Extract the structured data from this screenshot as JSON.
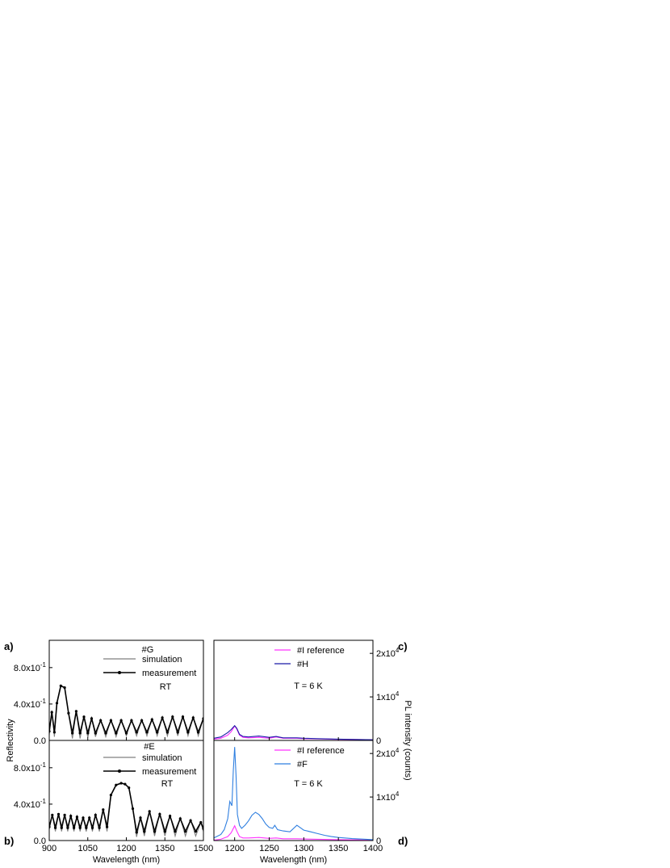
{
  "colors": {
    "simulation": "#7f7f7f",
    "measurement": "#000000",
    "reference": "#ff33ff",
    "H": "#1a1aa6",
    "F": "#2f7fe0"
  },
  "chart_data": [
    {
      "id": "a",
      "panel_label": "a)",
      "type": "line",
      "ylabel": "Reflectivity",
      "xlim": [
        900,
        1500
      ],
      "ylim": [
        0,
        1.1
      ],
      "xticks": [
        900,
        1050,
        1200,
        1350,
        1500
      ],
      "xtick_labels": [
        "",
        "",
        "",
        "",
        ""
      ],
      "yticks": [
        0,
        0.4,
        0.8
      ],
      "ytick_labels": [
        "0.0",
        "4.0x10-1",
        "8.0x10-1"
      ],
      "annotations": [
        "#G",
        "RT"
      ],
      "series": [
        {
          "name": "simulation",
          "x": [
            900,
            910,
            920,
            930,
            945,
            960,
            975,
            990,
            1005,
            1020,
            1035,
            1050,
            1065,
            1080,
            1100,
            1120,
            1140,
            1160,
            1180,
            1200,
            1220,
            1240,
            1260,
            1280,
            1300,
            1320,
            1340,
            1360,
            1380,
            1400,
            1420,
            1440,
            1460,
            1480,
            1500
          ],
          "y": [
            0.06,
            0.33,
            0.04,
            0.42,
            0.6,
            0.58,
            0.3,
            0.02,
            0.32,
            0.02,
            0.27,
            0.03,
            0.25,
            0.04,
            0.23,
            0.04,
            0.23,
            0.04,
            0.23,
            0.05,
            0.23,
            0.05,
            0.23,
            0.05,
            0.24,
            0.05,
            0.26,
            0.05,
            0.27,
            0.05,
            0.27,
            0.05,
            0.26,
            0.05,
            0.25
          ]
        },
        {
          "name": "measurement",
          "x": [
            900,
            910,
            920,
            930,
            945,
            960,
            975,
            990,
            1005,
            1020,
            1035,
            1050,
            1065,
            1080,
            1100,
            1120,
            1140,
            1160,
            1180,
            1200,
            1220,
            1240,
            1260,
            1280,
            1300,
            1320,
            1340,
            1360,
            1380,
            1400,
            1420,
            1440,
            1460,
            1480,
            1500
          ],
          "y": [
            0.1,
            0.31,
            0.09,
            0.41,
            0.6,
            0.58,
            0.3,
            0.08,
            0.32,
            0.08,
            0.26,
            0.08,
            0.24,
            0.08,
            0.22,
            0.08,
            0.22,
            0.08,
            0.22,
            0.08,
            0.22,
            0.09,
            0.22,
            0.09,
            0.23,
            0.09,
            0.25,
            0.09,
            0.26,
            0.09,
            0.26,
            0.09,
            0.25,
            0.09,
            0.24
          ]
        }
      ]
    },
    {
      "id": "b",
      "panel_label": "b)",
      "type": "line",
      "xlabel": "Wavelength (nm)",
      "xlim": [
        900,
        1500
      ],
      "ylim": [
        0,
        1.1
      ],
      "xticks": [
        900,
        1050,
        1200,
        1350,
        1500
      ],
      "xtick_labels": [
        "900",
        "1050",
        "1200",
        "1350",
        "1500"
      ],
      "yticks": [
        0,
        0.4,
        0.8
      ],
      "ytick_labels": [
        "0.0",
        "4.0x10-1",
        "8.0x10-1"
      ],
      "annotations": [
        "#E",
        "RT"
      ],
      "series": [
        {
          "name": "simulation",
          "x": [
            900,
            912,
            924,
            936,
            948,
            960,
            972,
            984,
            996,
            1008,
            1020,
            1032,
            1044,
            1056,
            1068,
            1080,
            1095,
            1110,
            1125,
            1140,
            1160,
            1180,
            1195,
            1210,
            1225,
            1240,
            1255,
            1270,
            1290,
            1310,
            1330,
            1350,
            1370,
            1390,
            1410,
            1430,
            1450,
            1470,
            1490,
            1500
          ],
          "y": [
            0.12,
            0.29,
            0.1,
            0.3,
            0.1,
            0.29,
            0.1,
            0.28,
            0.1,
            0.27,
            0.1,
            0.26,
            0.1,
            0.26,
            0.1,
            0.29,
            0.1,
            0.35,
            0.1,
            0.5,
            0.61,
            0.63,
            0.62,
            0.58,
            0.35,
            0.04,
            0.25,
            0.05,
            0.33,
            0.05,
            0.3,
            0.05,
            0.28,
            0.05,
            0.25,
            0.05,
            0.23,
            0.05,
            0.2,
            0.1
          ]
        },
        {
          "name": "measurement",
          "x": [
            900,
            912,
            924,
            936,
            948,
            960,
            972,
            984,
            996,
            1008,
            1020,
            1032,
            1044,
            1056,
            1068,
            1080,
            1095,
            1110,
            1125,
            1140,
            1160,
            1180,
            1195,
            1210,
            1225,
            1240,
            1255,
            1270,
            1290,
            1310,
            1330,
            1350,
            1370,
            1390,
            1410,
            1430,
            1450,
            1470,
            1490,
            1500
          ],
          "y": [
            0.15,
            0.28,
            0.14,
            0.29,
            0.14,
            0.28,
            0.14,
            0.27,
            0.14,
            0.26,
            0.14,
            0.25,
            0.14,
            0.25,
            0.14,
            0.28,
            0.14,
            0.34,
            0.15,
            0.5,
            0.61,
            0.63,
            0.62,
            0.58,
            0.35,
            0.09,
            0.25,
            0.1,
            0.32,
            0.1,
            0.29,
            0.1,
            0.27,
            0.1,
            0.24,
            0.1,
            0.22,
            0.1,
            0.2,
            0.13
          ]
        }
      ]
    },
    {
      "id": "c",
      "panel_label": "c)",
      "type": "line",
      "y2label": "PL intensity (counts)",
      "xlim": [
        1170,
        1400
      ],
      "ylim": [
        0,
        23000
      ],
      "xticks": [
        1200,
        1250,
        1300,
        1350,
        1400
      ],
      "xtick_labels": [
        "",
        "",
        "",
        "",
        ""
      ],
      "yticks": [
        0,
        10000,
        20000
      ],
      "ytick_labels": [
        "0",
        "1x104",
        "2x104"
      ],
      "annotations": [
        "T = 6 K"
      ],
      "series": [
        {
          "name": "#I reference",
          "x": [
            1170,
            1180,
            1190,
            1195,
            1200,
            1203,
            1207,
            1212,
            1220,
            1235,
            1250,
            1260,
            1270,
            1290,
            1300,
            1320,
            1350,
            1380,
            1400
          ],
          "y": [
            300,
            500,
            1200,
            2000,
            3300,
            2600,
            1200,
            700,
            600,
            700,
            500,
            800,
            500,
            500,
            400,
            350,
            250,
            200,
            150
          ]
        },
        {
          "name": "#H",
          "x": [
            1170,
            1180,
            1190,
            1195,
            1200,
            1203,
            1207,
            1212,
            1220,
            1235,
            1250,
            1260,
            1270,
            1290,
            1300,
            1320,
            1350,
            1380,
            1400
          ],
          "y": [
            500,
            800,
            1800,
            2500,
            3400,
            2800,
            1400,
            900,
            800,
            1000,
            700,
            900,
            600,
            600,
            500,
            400,
            300,
            200,
            150
          ]
        }
      ]
    },
    {
      "id": "d",
      "panel_label": "d)",
      "type": "line",
      "xlabel": "Wavelength (nm)",
      "xlim": [
        1170,
        1400
      ],
      "ylim": [
        0,
        23000
      ],
      "xticks": [
        1200,
        1250,
        1300,
        1350,
        1400
      ],
      "xtick_labels": [
        "1200",
        "1250",
        "1300",
        "1350",
        "1400"
      ],
      "yticks": [
        0,
        10000,
        20000
      ],
      "ytick_labels": [
        "0",
        "1x104",
        "2x104"
      ],
      "annotations": [
        "T = 6 K"
      ],
      "series": [
        {
          "name": "#I reference",
          "x": [
            1170,
            1180,
            1190,
            1195,
            1200,
            1203,
            1207,
            1212,
            1220,
            1235,
            1250,
            1260,
            1270,
            1290,
            1300,
            1320,
            1350,
            1380,
            1400
          ],
          "y": [
            100,
            300,
            900,
            1800,
            3400,
            2200,
            900,
            600,
            600,
            700,
            500,
            600,
            400,
            400,
            350,
            300,
            200,
            150,
            100
          ]
        },
        {
          "name": "#F",
          "x": [
            1170,
            1175,
            1180,
            1185,
            1190,
            1193,
            1196,
            1198,
            1200,
            1202,
            1204,
            1207,
            1210,
            1215,
            1220,
            1225,
            1230,
            1235,
            1240,
            1245,
            1250,
            1255,
            1258,
            1262,
            1270,
            1280,
            1290,
            1300,
            1310,
            1320,
            1330,
            1340,
            1350,
            1370,
            1390,
            1400
          ],
          "y": [
            600,
            1000,
            1400,
            2500,
            5000,
            9000,
            8000,
            16000,
            21500,
            15000,
            6000,
            3500,
            2800,
            3500,
            4500,
            5800,
            6500,
            6000,
            5000,
            3800,
            3000,
            2800,
            3500,
            2500,
            2200,
            2000,
            3500,
            2400,
            2000,
            1600,
            1200,
            900,
            700,
            450,
            300,
            200
          ]
        }
      ]
    }
  ]
}
